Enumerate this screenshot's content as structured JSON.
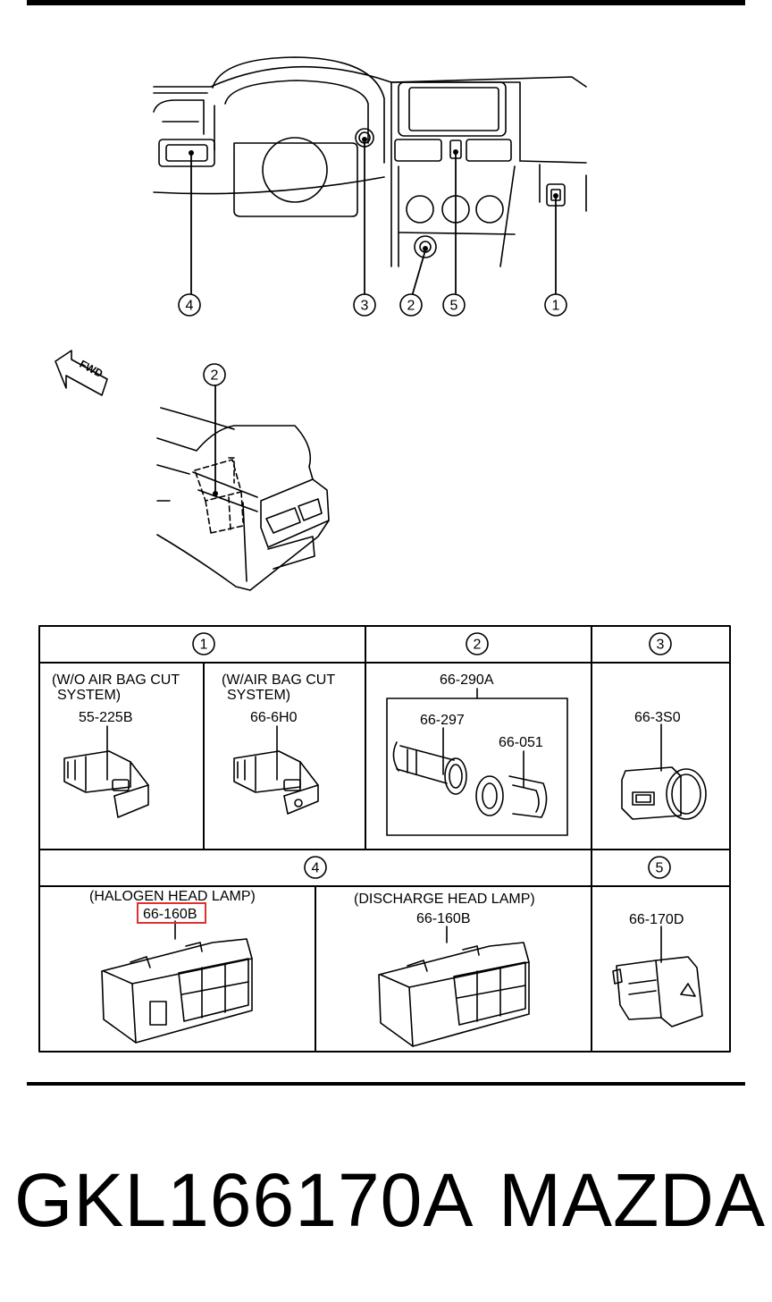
{
  "callouts": {
    "c1": "1",
    "c2": "2",
    "c3": "3",
    "c4": "4",
    "c5": "5",
    "fwd": "FWD"
  },
  "table": {
    "headers": {
      "h1": "1",
      "h2": "2",
      "h3": "3",
      "h4": "4",
      "h5": "5"
    },
    "cell_wo_airbag": {
      "title_line1": "(W/O AIR BAG CUT",
      "title_line2": "SYSTEM)",
      "part": "55-225B"
    },
    "cell_w_airbag": {
      "title_line1": "(W/AIR BAG CUT",
      "title_line2": "SYSTEM)",
      "part": "66-6H0"
    },
    "cell_lighter": {
      "assembly": "66-290A",
      "part_a": "66-297",
      "part_b": "66-051"
    },
    "cell_3": {
      "part": "66-3S0"
    },
    "cell_halogen": {
      "title": "(HALOGEN HEAD LAMP)",
      "part": "66-160B"
    },
    "cell_discharge": {
      "title": "(DISCHARGE HEAD LAMP)",
      "part": "66-160B"
    },
    "cell_5": {
      "part": "66-170D"
    }
  },
  "highlight": {
    "color": "#e03030"
  },
  "footer": {
    "part_number": "GKL166170A",
    "brand": "MAZDA"
  }
}
